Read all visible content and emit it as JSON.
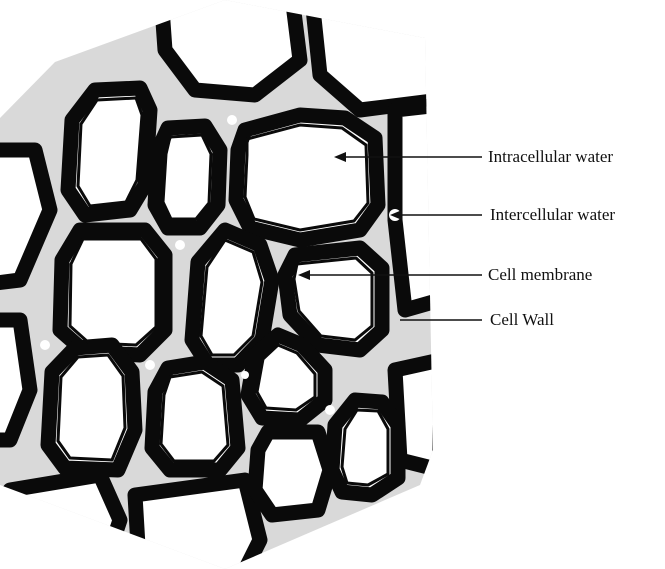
{
  "diagram": {
    "labels": [
      {
        "id": "intracellular",
        "text": "Intracellular  water"
      },
      {
        "id": "intercellular",
        "text": "Intercellular water"
      },
      {
        "id": "membrane",
        "text": "Cell membrane"
      },
      {
        "id": "wall",
        "text": "Cell Wall"
      }
    ],
    "colors": {
      "background_hex": "#d9d9d9",
      "wall_stroke": "#0a0a0a",
      "cell_fill": "#ffffff",
      "text": "#111111"
    }
  }
}
